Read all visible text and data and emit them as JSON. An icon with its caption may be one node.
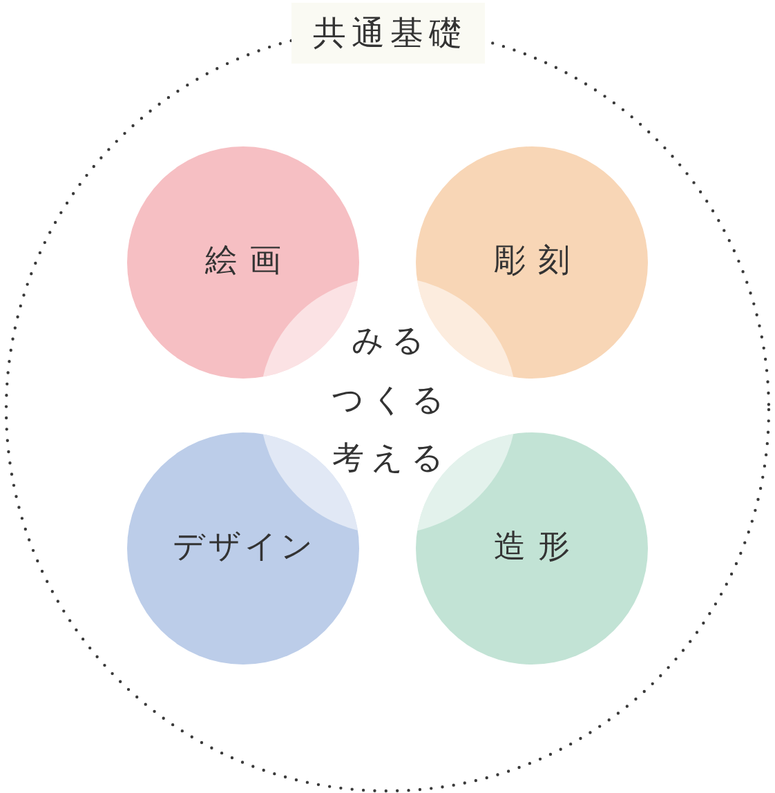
{
  "diagram": {
    "nodes": [
      {
        "text": [
          "共通基礎"
        ]
      },
      {
        "text": [
          "絵画"
        ],
        "in": 0
      },
      {
        "text": [
          "彫刻"
        ],
        "in": 0
      },
      {
        "text": [
          "デザイン"
        ],
        "in": 0
      },
      {
        "text": [
          "造形"
        ],
        "in": 0
      }
    ],
    "edges": [],
    "labels": [
      "みる",
      "つくる",
      "考える"
    ]
  }
}
